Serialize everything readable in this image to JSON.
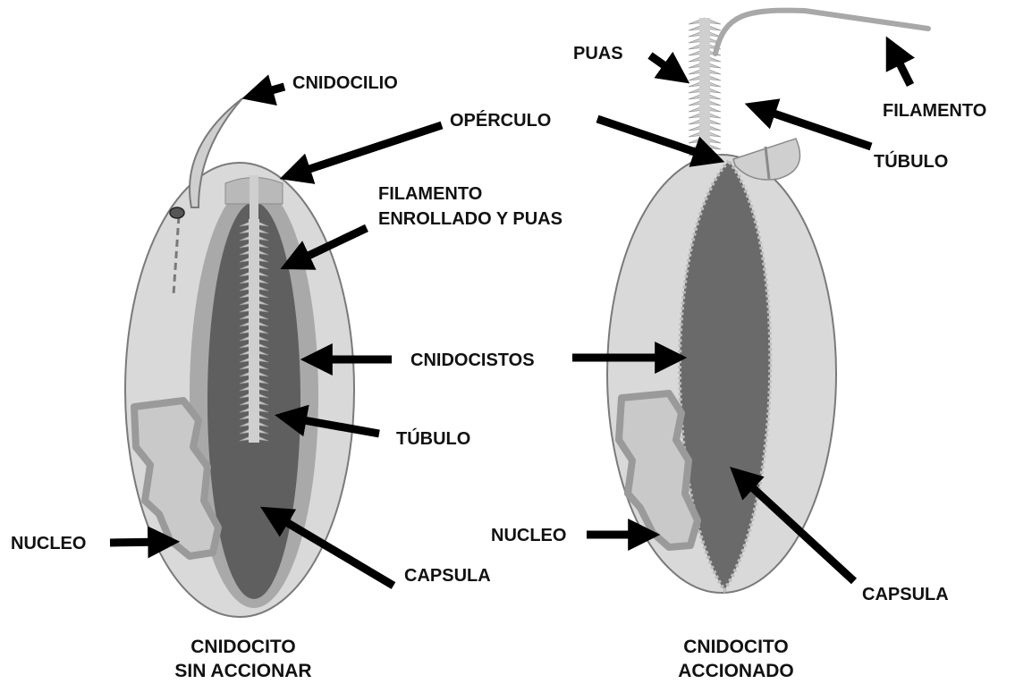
{
  "labels": {
    "cnidocilio": "CNIDOCILIO",
    "operculo": "OPÉRCULO",
    "filamento_line1": "FILAMENTO",
    "filamento_line2": "ENROLLADO Y PUAS",
    "cnidocistos": "CNIDOCISTOS",
    "tubulo_left": "TÚBULO",
    "nucleo_left": "NUCLEO",
    "capsula_left": "CAPSULA",
    "puas": "PUAS",
    "filamento_right": "FILAMENTO",
    "tubulo_right": "TÚBULO",
    "nucleo_right": "NUCLEO",
    "capsula_right": "CAPSULA"
  },
  "captions": {
    "left_line1": "CNIDOCITO",
    "left_line2": "SIN ACCIONAR",
    "right_line1": "CNIDOCITO",
    "right_line2": "ACCIONADO"
  },
  "colors": {
    "cell_fill": "#d9d9d9",
    "cell_outline": "#7a7a7a",
    "inner_band": "#a9a9a9",
    "capsule_fill": "#5f5f5f",
    "tubule_fill": "#cfcfcf",
    "arrow": "#000000"
  }
}
